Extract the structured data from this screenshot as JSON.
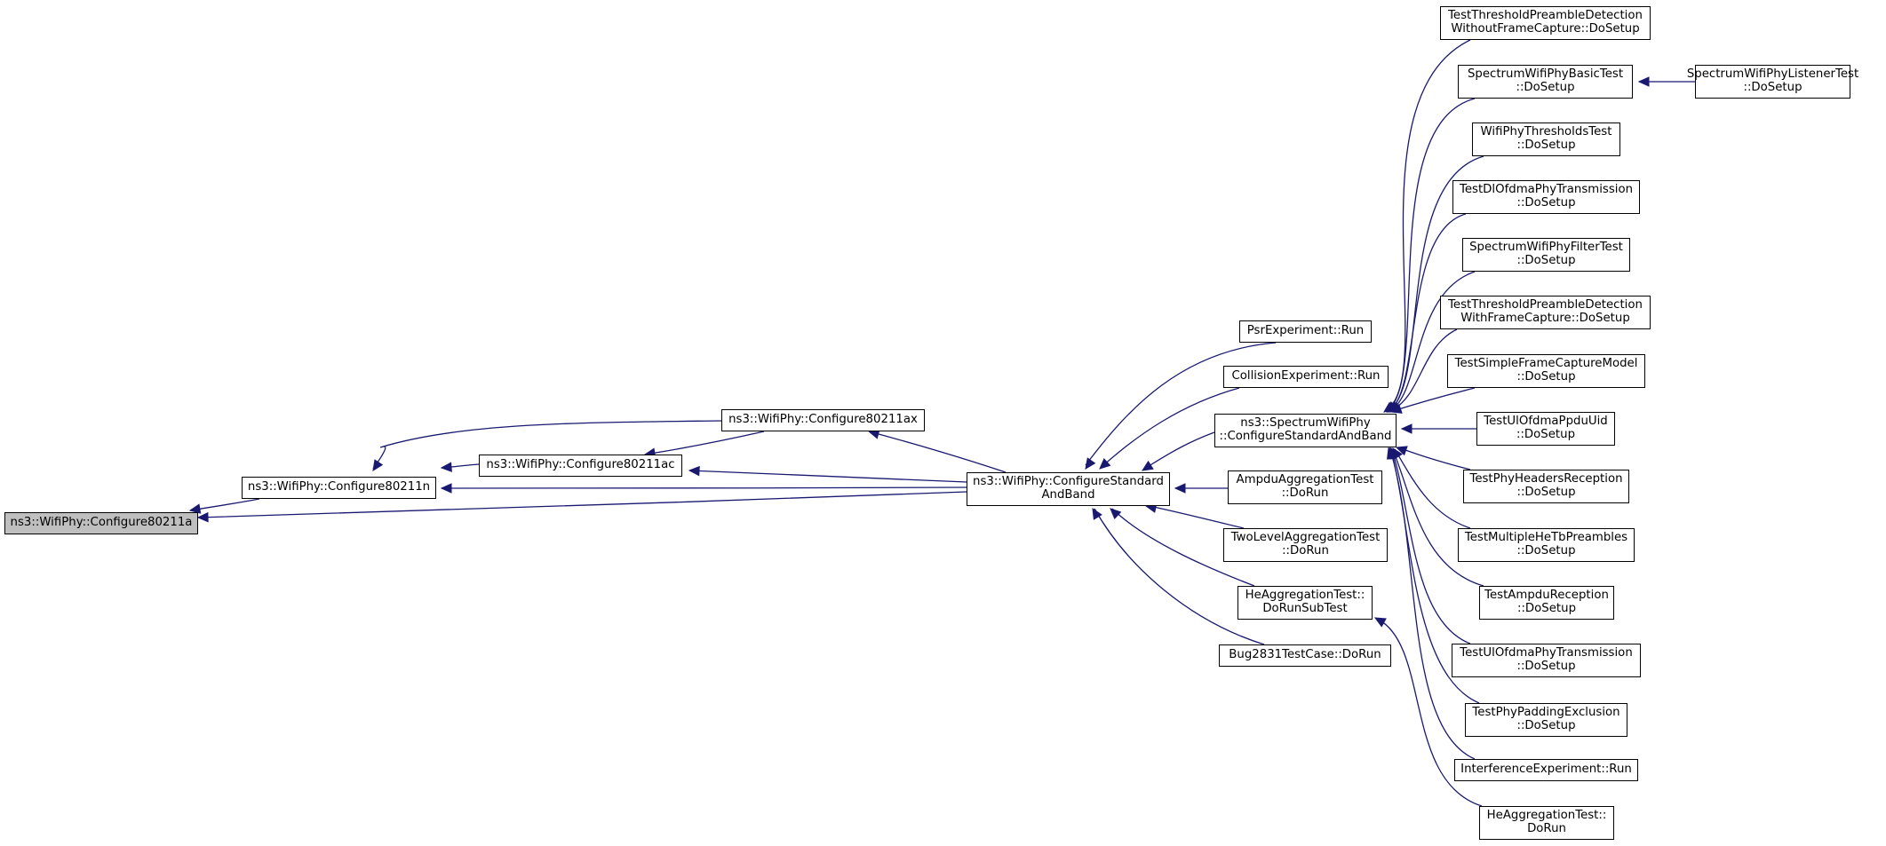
{
  "graph": {
    "nodes": [
      {
        "id": "configure80211a",
        "lines": [
          "ns3::WifiPhy::Configure80211a"
        ],
        "highlighted": true
      },
      {
        "id": "configure80211n",
        "lines": [
          "ns3::WifiPhy::Configure80211n"
        ]
      },
      {
        "id": "configure80211ac",
        "lines": [
          "ns3::WifiPhy::Configure80211ac"
        ]
      },
      {
        "id": "configure80211ax",
        "lines": [
          "ns3::WifiPhy::Configure80211ax"
        ]
      },
      {
        "id": "configureStandardAndBand",
        "lines": [
          "ns3::WifiPhy::ConfigureStandard",
          "AndBand"
        ]
      },
      {
        "id": "psrRun",
        "lines": [
          "PsrExperiment::Run"
        ]
      },
      {
        "id": "collisionRun",
        "lines": [
          "CollisionExperiment::Run"
        ]
      },
      {
        "id": "spectrumConfigure",
        "lines": [
          "ns3::SpectrumWifiPhy",
          "::ConfigureStandardAndBand"
        ]
      },
      {
        "id": "ampduAggRun",
        "lines": [
          "AmpduAggregationTest",
          "::DoRun"
        ]
      },
      {
        "id": "twoLevelRun",
        "lines": [
          "TwoLevelAggregationTest",
          "::DoRun"
        ]
      },
      {
        "id": "heAggSubTest",
        "lines": [
          "HeAggregationTest::",
          "DoRunSubTest"
        ]
      },
      {
        "id": "bug2831Run",
        "lines": [
          "Bug2831TestCase::DoRun"
        ]
      },
      {
        "id": "thresholdWithout",
        "lines": [
          "TestThresholdPreambleDetection",
          "WithoutFrameCapture::DoSetup"
        ]
      },
      {
        "id": "spectrumBasic",
        "lines": [
          "SpectrumWifiPhyBasicTest",
          "::DoSetup"
        ]
      },
      {
        "id": "spectrumListener",
        "lines": [
          "SpectrumWifiPhyListenerTest",
          "::DoSetup"
        ]
      },
      {
        "id": "thresholdsTest",
        "lines": [
          "WifiPhyThresholdsTest",
          "::DoSetup"
        ]
      },
      {
        "id": "dlOfdma",
        "lines": [
          "TestDlOfdmaPhyTransmission",
          "::DoSetup"
        ]
      },
      {
        "id": "filterTest",
        "lines": [
          "SpectrumWifiPhyFilterTest",
          "::DoSetup"
        ]
      },
      {
        "id": "thresholdWith",
        "lines": [
          "TestThresholdPreambleDetection",
          "WithFrameCapture::DoSetup"
        ]
      },
      {
        "id": "simpleCapture",
        "lines": [
          "TestSimpleFrameCaptureModel",
          "::DoSetup"
        ]
      },
      {
        "id": "ulPpduUid",
        "lines": [
          "TestUlOfdmaPpduUid",
          "::DoSetup"
        ]
      },
      {
        "id": "headersReception",
        "lines": [
          "TestPhyHeadersReception",
          "::DoSetup"
        ]
      },
      {
        "id": "multipleHeTb",
        "lines": [
          "TestMultipleHeTbPreambles",
          "::DoSetup"
        ]
      },
      {
        "id": "ampduReception",
        "lines": [
          "TestAmpduReception",
          "::DoSetup"
        ]
      },
      {
        "id": "ulOfdma",
        "lines": [
          "TestUlOfdmaPhyTransmission",
          "::DoSetup"
        ]
      },
      {
        "id": "paddingExclusion",
        "lines": [
          "TestPhyPaddingExclusion",
          "::DoSetup"
        ]
      },
      {
        "id": "interferenceRun",
        "lines": [
          "InterferenceExperiment::Run"
        ]
      },
      {
        "id": "heAggRun",
        "lines": [
          "HeAggregationTest::",
          "DoRun"
        ]
      }
    ],
    "edges": [
      [
        "configure80211n",
        "configure80211a"
      ],
      [
        "configureStandardAndBand",
        "configure80211a"
      ],
      [
        "configure80211ac",
        "configure80211n"
      ],
      [
        "configure80211ax",
        "configure80211n"
      ],
      [
        "configureStandardAndBand",
        "configure80211n"
      ],
      [
        "configure80211ax",
        "configure80211ac"
      ],
      [
        "configureStandardAndBand",
        "configure80211ac"
      ],
      [
        "configureStandardAndBand",
        "configure80211ax"
      ],
      [
        "psrRun",
        "configureStandardAndBand"
      ],
      [
        "collisionRun",
        "configureStandardAndBand"
      ],
      [
        "spectrumConfigure",
        "configureStandardAndBand"
      ],
      [
        "ampduAggRun",
        "configureStandardAndBand"
      ],
      [
        "twoLevelRun",
        "configureStandardAndBand"
      ],
      [
        "heAggSubTest",
        "configureStandardAndBand"
      ],
      [
        "bug2831Run",
        "configureStandardAndBand"
      ],
      [
        "thresholdWithout",
        "spectrumConfigure"
      ],
      [
        "spectrumBasic",
        "spectrumConfigure"
      ],
      [
        "thresholdsTest",
        "spectrumConfigure"
      ],
      [
        "dlOfdma",
        "spectrumConfigure"
      ],
      [
        "filterTest",
        "spectrumConfigure"
      ],
      [
        "thresholdWith",
        "spectrumConfigure"
      ],
      [
        "simpleCapture",
        "spectrumConfigure"
      ],
      [
        "ulPpduUid",
        "spectrumConfigure"
      ],
      [
        "headersReception",
        "spectrumConfigure"
      ],
      [
        "multipleHeTb",
        "spectrumConfigure"
      ],
      [
        "ampduReception",
        "spectrumConfigure"
      ],
      [
        "ulOfdma",
        "spectrumConfigure"
      ],
      [
        "paddingExclusion",
        "spectrumConfigure"
      ],
      [
        "interferenceRun",
        "spectrumConfigure"
      ],
      [
        "spectrumListener",
        "spectrumBasic"
      ],
      [
        "heAggRun",
        "heAggSubTest"
      ]
    ],
    "colors": {
      "edge": "#191970",
      "node_border": "#000000",
      "highlight_fill": "#bfbfbf"
    }
  }
}
